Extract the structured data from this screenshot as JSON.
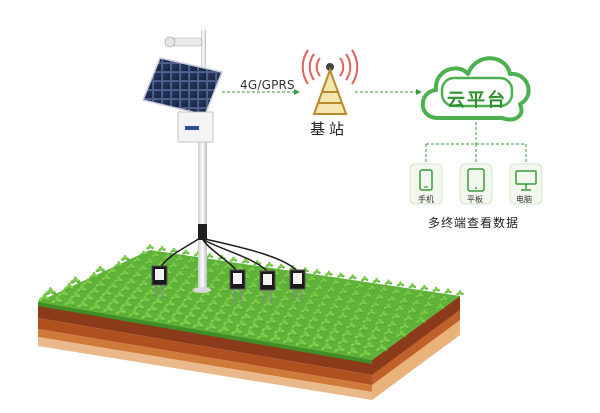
{
  "network": {
    "link_label": "4G/GPRS",
    "station_label": "基站",
    "cloud_label": "云平台"
  },
  "devices": [
    {
      "label": "手机",
      "icon": "phone-icon"
    },
    {
      "label": "平板",
      "icon": "tablet-icon"
    },
    {
      "label": "电脑",
      "icon": "computer-icon"
    }
  ],
  "caption": "多终端查看数据",
  "colors": {
    "accent_green": "#3a9a3a",
    "cloud_border": "#4caf50",
    "dashed_line": "#3a9a3a",
    "soil_top": "#8b3a1a",
    "soil_mid": "#c0602a",
    "soil_low": "#e8b27a"
  }
}
